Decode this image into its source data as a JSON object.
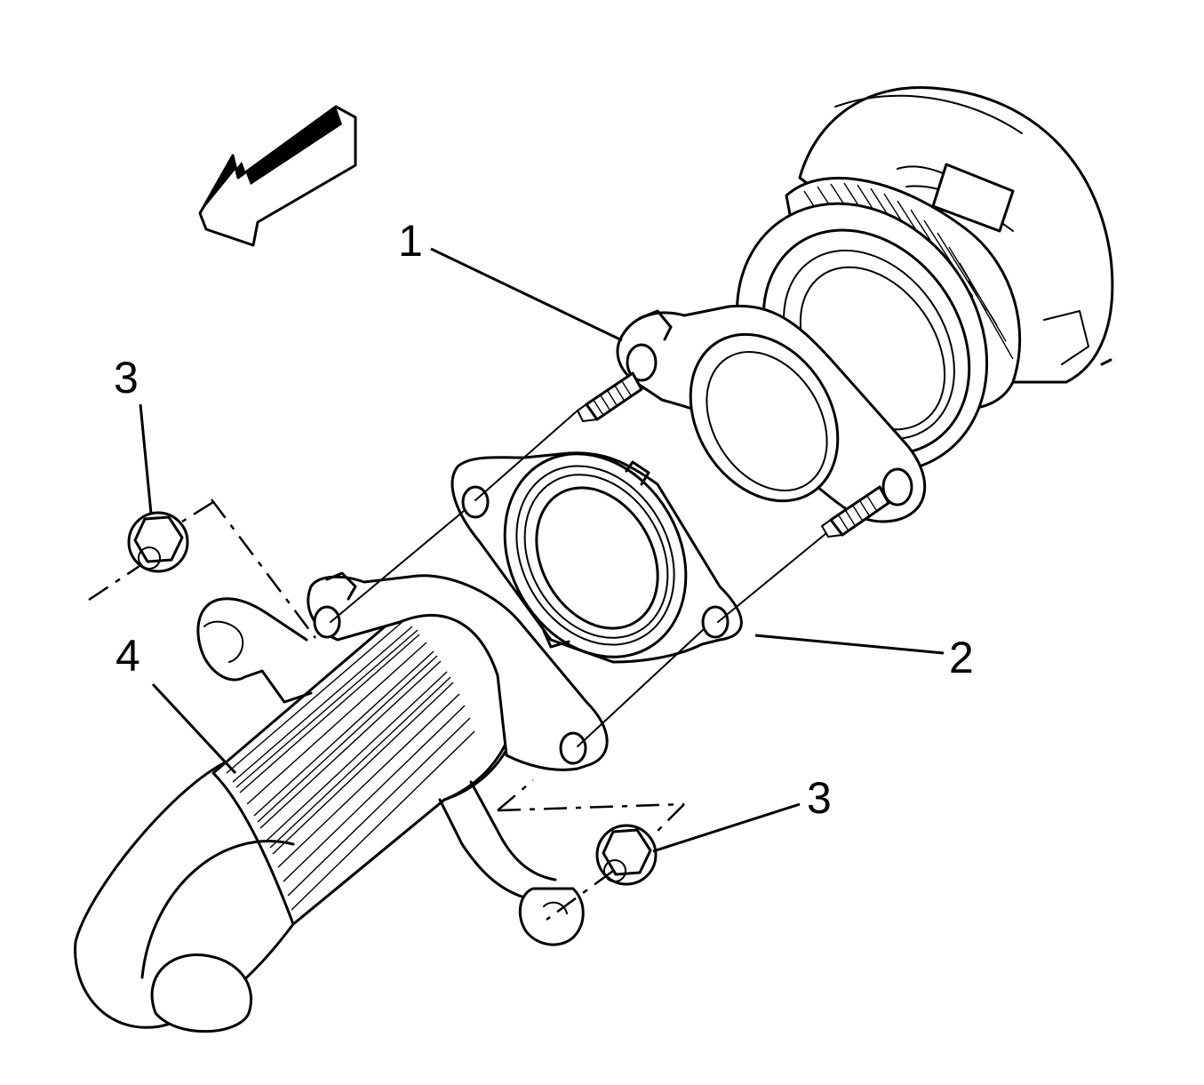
{
  "callouts": [
    {
      "id": "bolt",
      "text": "1"
    },
    {
      "id": "gasket",
      "text": "2"
    },
    {
      "id": "nut-upper",
      "text": "3"
    },
    {
      "id": "nut-lower",
      "text": "3"
    },
    {
      "id": "exhaust-pipe",
      "text": "4"
    }
  ],
  "icons": {
    "direction": "front-direction-arrow-icon"
  },
  "colors": {
    "line": "#000000",
    "background": "#ffffff"
  }
}
